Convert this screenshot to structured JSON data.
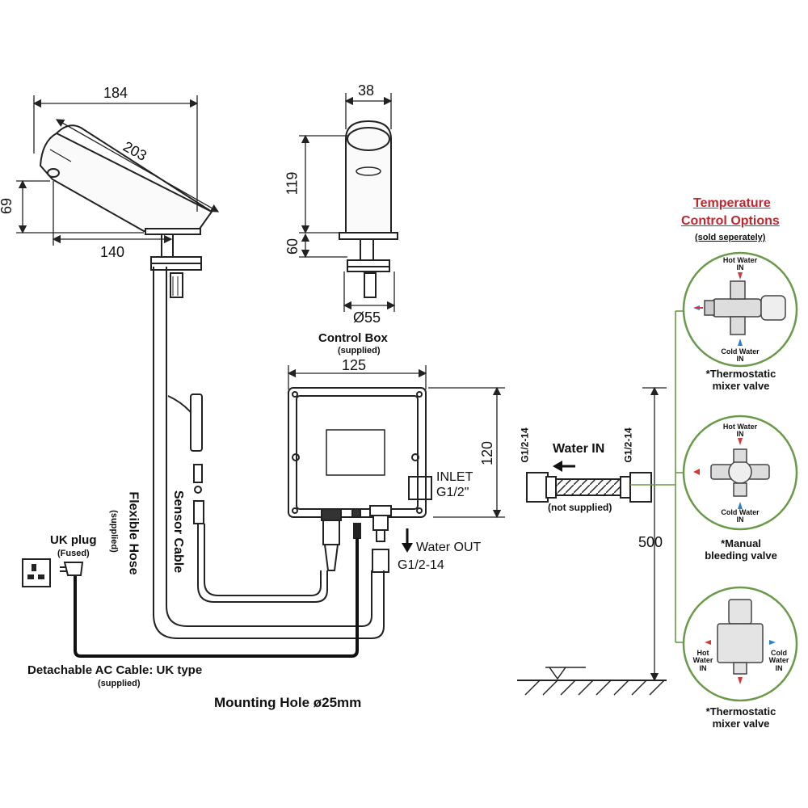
{
  "dimensions": {
    "spout_length": "184",
    "spout_diagonal": "203",
    "spout_height": "69",
    "spout_reach": "140",
    "body_width": "38",
    "body_height": "119",
    "shank_height": "60",
    "shank_diameter": "Ø55",
    "box_width": "125",
    "box_height": "120",
    "install_height": "500"
  },
  "labels": {
    "control_box": "Control Box",
    "control_box_sub": "(supplied)",
    "flexible_hose": "Flexible Hose",
    "flexible_hose_sub": "(supplied)",
    "sensor_cable": "Sensor Cable",
    "uk_plug": "UK plug",
    "uk_plug_sub": "(Fused)",
    "inlet_1": "INLET",
    "inlet_2": "G1/2\"",
    "water_out": "Water OUT",
    "water_out_thread": "G1/2-14",
    "water_in": "Water IN",
    "water_in_sub": "(not supplied)",
    "thread_left": "G1/2-14",
    "thread_right": "G1/2-14",
    "ac_cable": "Detachable AC Cable: UK type",
    "ac_cable_sub": "(supplied)",
    "mounting_hole": "Mounting Hole ø25mm"
  },
  "temperature_options": {
    "title_1": "Temperature",
    "title_2": "Control Options",
    "subtitle": "(sold seperately)",
    "options": [
      {
        "caption_1": "*Thermostatic",
        "caption_2": "mixer valve",
        "hot": "Hot Water\nIN",
        "cold": "Cold Water\nIN"
      },
      {
        "caption_1": "*Manual",
        "caption_2": "bleeding valve",
        "hot": "Hot Water\nIN",
        "cold": "Cold Water\nIN"
      },
      {
        "caption_1": "*Thermostatic",
        "caption_2": "mixer valve",
        "hot": "Hot\nWater\nIN",
        "cold": "Cold\nWater\nIN"
      }
    ]
  },
  "colors": {
    "accent_red": "#c0262d",
    "circle_green": "#6a9a4a",
    "hot_arrow": "#d23a3a",
    "cold_arrow": "#2f7fc4",
    "line": "#222222"
  }
}
